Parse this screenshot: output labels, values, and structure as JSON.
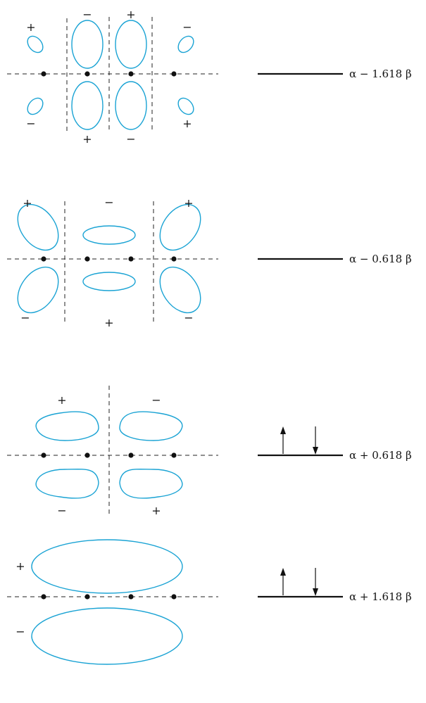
{
  "levels": [
    {
      "energy_label": "α − 1.618 β",
      "electrons": 0,
      "signs": [
        "+",
        "−",
        "+",
        "−",
        "−",
        "+",
        "−",
        "+"
      ]
    },
    {
      "energy_label": "α − 0.618 β",
      "electrons": 0,
      "signs": [
        "+",
        "−",
        "+",
        "−",
        "+",
        "−"
      ]
    },
    {
      "energy_label": "α + 0.618 β",
      "electrons": 2,
      "signs": [
        "+",
        "−",
        "−",
        "+"
      ]
    },
    {
      "energy_label": "α + 1.618 β",
      "electrons": 2,
      "signs": [
        "+",
        "−"
      ]
    }
  ],
  "colors": {
    "orbital_lobe": "#1aa3d4",
    "ink": "#111111"
  }
}
